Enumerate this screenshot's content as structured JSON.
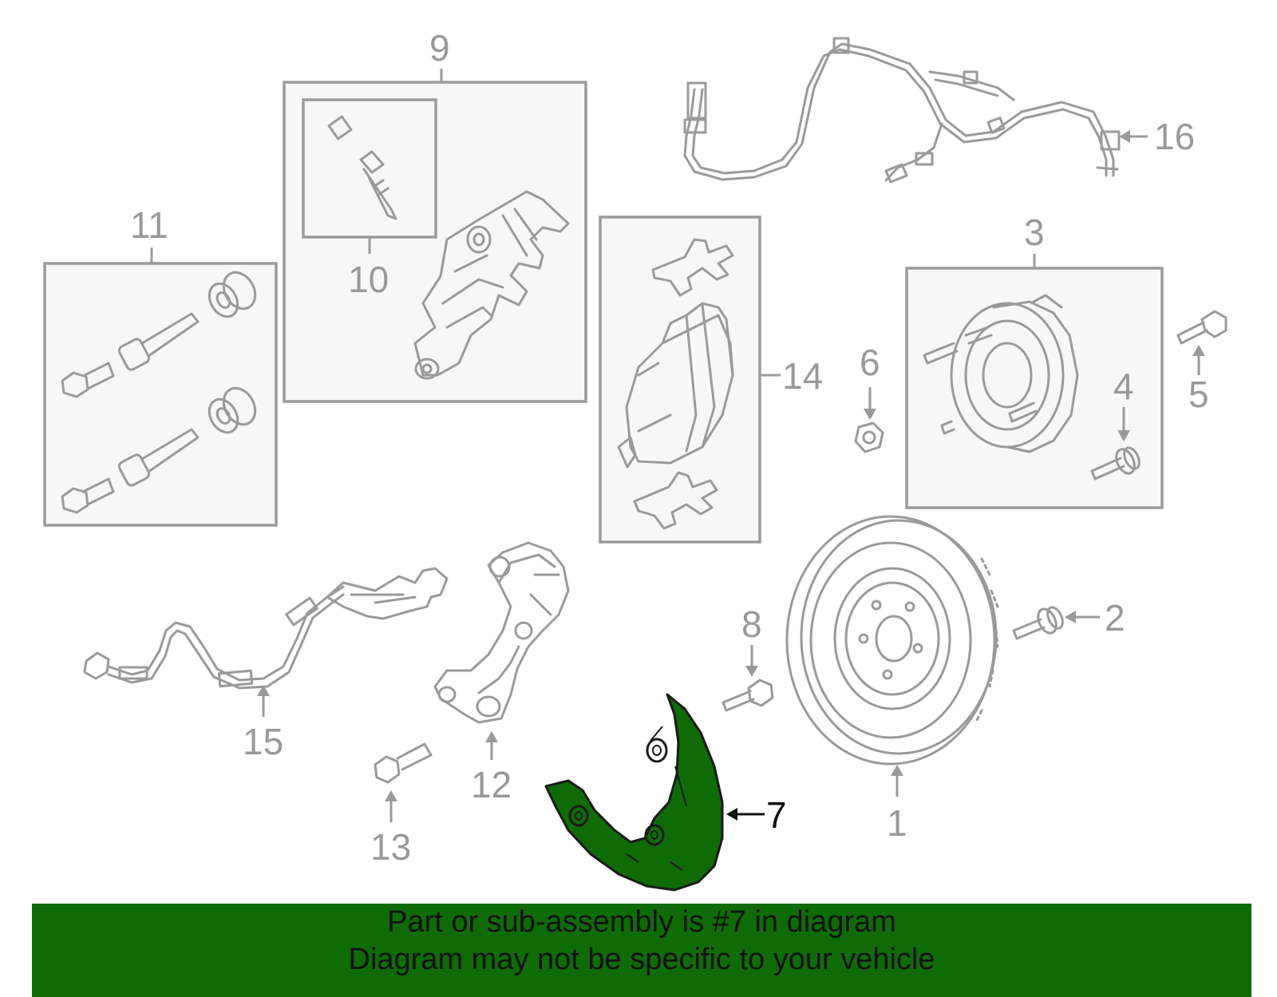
{
  "callouts": {
    "c1": "1",
    "c2": "2",
    "c3": "3",
    "c4": "4",
    "c5": "5",
    "c6": "6",
    "c7": "7",
    "c8": "8",
    "c9": "9",
    "c10": "10",
    "c11": "11",
    "c12": "12",
    "c13": "13",
    "c14": "14",
    "c15": "15",
    "c16": "16"
  },
  "highlight": {
    "part": "7",
    "color": "#0f6b06"
  },
  "banner": {
    "line1": "Part or sub-assembly is #7 in diagram",
    "line2": "Diagram may not be specific to your vehicle",
    "background": "#0f6b06"
  }
}
